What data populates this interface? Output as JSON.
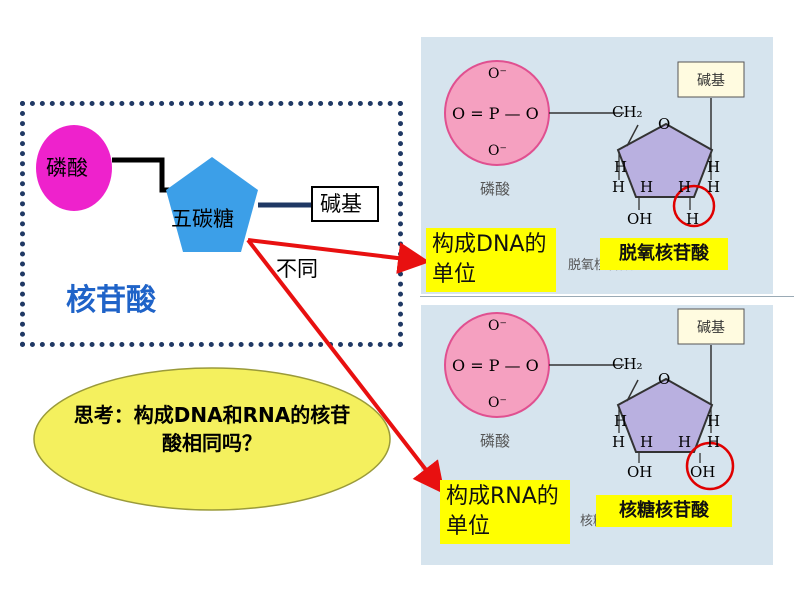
{
  "left": {
    "phosphate": "磷酸",
    "sugar": "五碳糖",
    "base": "碱基",
    "title": "核苷酸",
    "diff": "不同",
    "question": "思考：构成DNA和RNA的核苷酸相同吗？"
  },
  "dna_panel": {
    "phos_o_top": "O⁻",
    "phos_o_left": "O = P — O",
    "phos_o_bottom": "O⁻",
    "phos_label": "磷酸",
    "ch2": "CH₂",
    "ring_o": "O",
    "base_label": "碱基",
    "h": "H",
    "oh": "OH",
    "last_group": "H",
    "below_caption": "脱氧核苷酸",
    "label_main": "构成DNA的单位",
    "label_name": "脱氧核苷酸"
  },
  "rna_panel": {
    "phos_o_top": "O⁻",
    "phos_o_left": "O = P — O",
    "phos_o_bottom": "O⁻",
    "phos_label": "磷酸",
    "ch2": "CH₂",
    "ring_o": "O",
    "base_label": "碱基",
    "h": "H",
    "oh": "OH",
    "last_group": "OH",
    "below_caption": "核糖核苷酸",
    "label_main": "构成RNA的单位",
    "label_name": "核糖核苷酸"
  },
  "colors": {
    "phosphate": "#ee22cc",
    "sugar": "#3c9fe8",
    "arrow": "#e81010",
    "ellipse": "#f4f05e",
    "title_blue": "#1f63c8"
  }
}
